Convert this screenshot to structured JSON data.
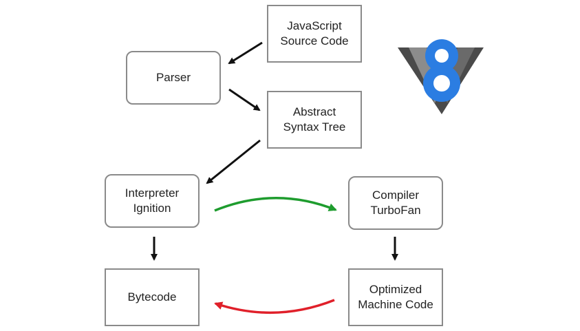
{
  "nodes": {
    "js_source": "JavaScript\nSource Code",
    "parser": "Parser",
    "ast": "Abstract\nSyntax Tree",
    "interpreter": "Interpreter\nIgnition",
    "compiler": "Compiler\nTurboFan",
    "bytecode": "Bytecode",
    "machine_code": "Optimized\nMachine Code"
  },
  "colors": {
    "border": "#8a8a8a",
    "arrow": "#111111",
    "optimize_arrow": "#1e9c2e",
    "deoptimize_arrow": "#e0202a",
    "logo_blue": "#2b7de2",
    "logo_gray_dark": "#4a4a4a",
    "logo_gray_light": "#8c8c8c"
  },
  "icons": {
    "logo": "v8-logo-icon"
  }
}
